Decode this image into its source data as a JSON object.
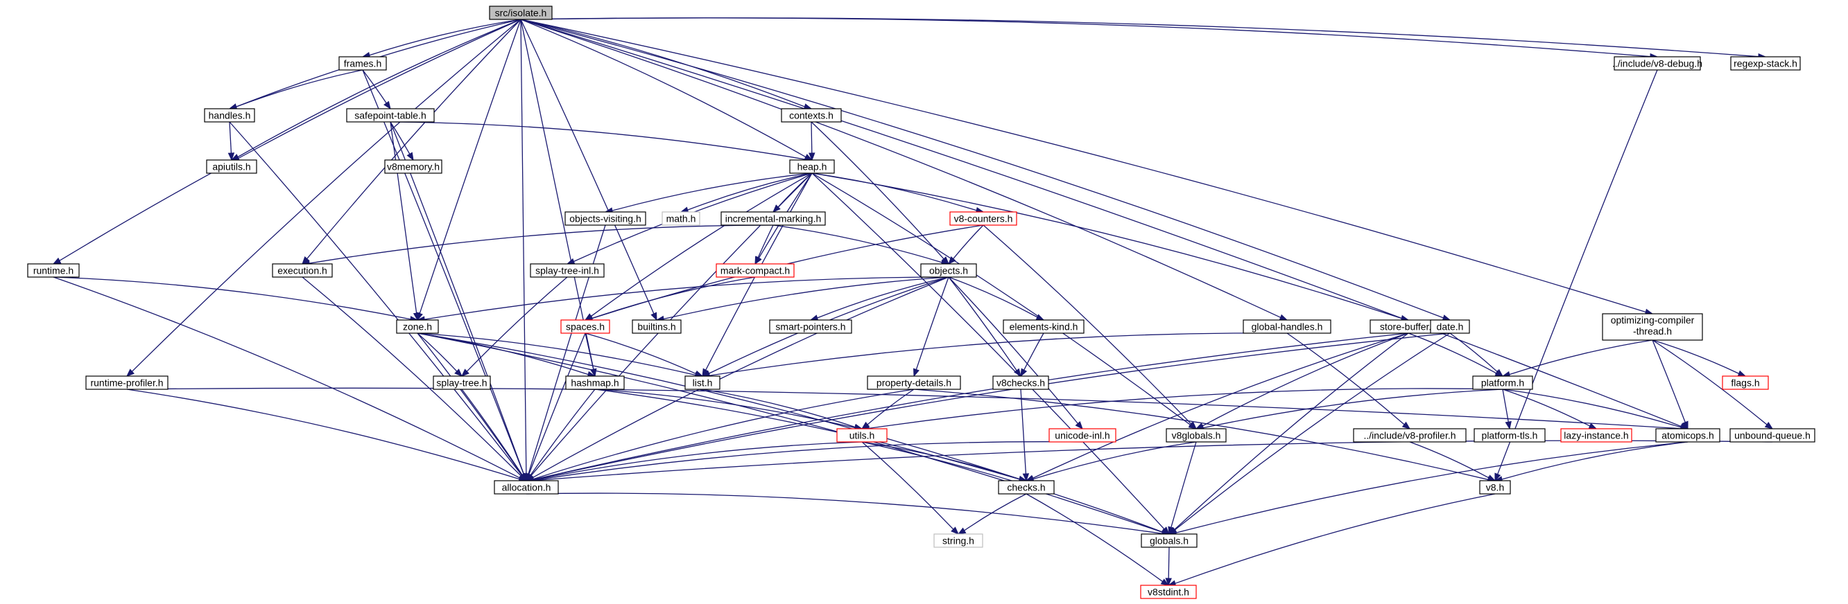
{
  "graph": {
    "colors": {
      "edge": "#191970",
      "node_border": "#000000",
      "truncated_border": "#ff0000",
      "system_border": "#bfbfbf",
      "root_fill": "#bfbfbf"
    },
    "nodes": [
      {
        "id": "isolate",
        "label": "src/isolate.h",
        "kind": "root"
      },
      {
        "id": "frames",
        "label": "frames.h"
      },
      {
        "id": "handles",
        "label": "handles.h"
      },
      {
        "id": "apiutils",
        "label": "apiutils.h"
      },
      {
        "id": "safepoint",
        "label": "safepoint-table.h"
      },
      {
        "id": "v8memory",
        "label": "v8memory.h"
      },
      {
        "id": "contexts",
        "label": "contexts.h"
      },
      {
        "id": "heap",
        "label": "heap.h"
      },
      {
        "id": "runtime",
        "label": "runtime.h"
      },
      {
        "id": "execution",
        "label": "execution.h"
      },
      {
        "id": "objectsvisiting",
        "label": "objects-visiting.h"
      },
      {
        "id": "math",
        "label": "math.h",
        "kind": "system"
      },
      {
        "id": "incmarking",
        "label": "incremental-marking.h"
      },
      {
        "id": "v8counters",
        "label": "v8-counters.h",
        "kind": "truncated"
      },
      {
        "id": "splaytreeinl",
        "label": "splay-tree-inl.h"
      },
      {
        "id": "markcompact",
        "label": "mark-compact.h",
        "kind": "truncated"
      },
      {
        "id": "objects",
        "label": "objects.h"
      },
      {
        "id": "zone",
        "label": "zone.h"
      },
      {
        "id": "spaces",
        "label": "spaces.h",
        "kind": "truncated"
      },
      {
        "id": "builtins",
        "label": "builtins.h"
      },
      {
        "id": "smartpointers",
        "label": "smart-pointers.h"
      },
      {
        "id": "elementskind",
        "label": "elements-kind.h"
      },
      {
        "id": "globalhandles",
        "label": "global-handles.h"
      },
      {
        "id": "storebuffer",
        "label": "store-buffer.h"
      },
      {
        "id": "date",
        "label": "date.h"
      },
      {
        "id": "optcompiler",
        "label": "optimizing-compiler\n-thread.h"
      },
      {
        "id": "v8debug",
        "label": "../include/v8-debug.h"
      },
      {
        "id": "regexpstack",
        "label": "regexp-stack.h"
      },
      {
        "id": "runtimeprofiler",
        "label": "runtime-profiler.h"
      },
      {
        "id": "splaytree",
        "label": "splay-tree.h"
      },
      {
        "id": "hashmap",
        "label": "hashmap.h"
      },
      {
        "id": "list",
        "label": "list.h"
      },
      {
        "id": "propdetails",
        "label": "property-details.h"
      },
      {
        "id": "v8checks",
        "label": "v8checks.h"
      },
      {
        "id": "platform",
        "label": "platform.h"
      },
      {
        "id": "flags",
        "label": "flags.h",
        "kind": "truncated"
      },
      {
        "id": "utils",
        "label": "utils.h",
        "kind": "truncated"
      },
      {
        "id": "unicodeinl",
        "label": "unicode-inl.h",
        "kind": "truncated"
      },
      {
        "id": "v8globals",
        "label": "v8globals.h"
      },
      {
        "id": "v8profiler",
        "label": "../include/v8-profiler.h"
      },
      {
        "id": "platformtls",
        "label": "platform-tls.h"
      },
      {
        "id": "lazyinstance",
        "label": "lazy-instance.h",
        "kind": "truncated"
      },
      {
        "id": "atomicops",
        "label": "atomicops.h"
      },
      {
        "id": "unboundqueue",
        "label": "unbound-queue.h"
      },
      {
        "id": "allocation",
        "label": "allocation.h"
      },
      {
        "id": "checks",
        "label": "checks.h"
      },
      {
        "id": "v8h",
        "label": "v8.h"
      },
      {
        "id": "string",
        "label": "string.h",
        "kind": "system"
      },
      {
        "id": "globals",
        "label": "globals.h"
      },
      {
        "id": "v8stdint",
        "label": "v8stdint.h",
        "kind": "truncated"
      }
    ],
    "edges": [
      [
        "isolate",
        "frames"
      ],
      [
        "isolate",
        "handles"
      ],
      [
        "isolate",
        "apiutils"
      ],
      [
        "isolate",
        "contexts"
      ],
      [
        "isolate",
        "heap"
      ],
      [
        "isolate",
        "runtime"
      ],
      [
        "isolate",
        "execution"
      ],
      [
        "isolate",
        "zone"
      ],
      [
        "isolate",
        "builtins"
      ],
      [
        "isolate",
        "hashmap"
      ],
      [
        "isolate",
        "runtimeprofiler"
      ],
      [
        "isolate",
        "allocation"
      ],
      [
        "isolate",
        "globalhandles"
      ],
      [
        "isolate",
        "date"
      ],
      [
        "isolate",
        "optcompiler"
      ],
      [
        "isolate",
        "v8debug"
      ],
      [
        "isolate",
        "regexpstack"
      ],
      [
        "isolate",
        "atomicops"
      ],
      [
        "frames",
        "handles"
      ],
      [
        "frames",
        "safepoint"
      ],
      [
        "frames",
        "allocation"
      ],
      [
        "handles",
        "apiutils"
      ],
      [
        "handles",
        "allocation"
      ],
      [
        "safepoint",
        "v8memory"
      ],
      [
        "safepoint",
        "heap"
      ],
      [
        "safepoint",
        "zone"
      ],
      [
        "safepoint",
        "allocation"
      ],
      [
        "contexts",
        "heap"
      ],
      [
        "contexts",
        "objects"
      ],
      [
        "heap",
        "objectsvisiting"
      ],
      [
        "heap",
        "math"
      ],
      [
        "heap",
        "incmarking"
      ],
      [
        "heap",
        "v8counters"
      ],
      [
        "heap",
        "splaytreeinl"
      ],
      [
        "heap",
        "markcompact"
      ],
      [
        "heap",
        "spaces"
      ],
      [
        "heap",
        "list"
      ],
      [
        "heap",
        "storebuffer"
      ],
      [
        "heap",
        "v8globals"
      ],
      [
        "heap",
        "globals"
      ],
      [
        "heap",
        "allocation"
      ],
      [
        "runtime",
        "zone"
      ],
      [
        "runtime",
        "allocation"
      ],
      [
        "execution",
        "allocation"
      ],
      [
        "objectsvisiting",
        "allocation"
      ],
      [
        "incmarking",
        "execution"
      ],
      [
        "incmarking",
        "markcompact"
      ],
      [
        "incmarking",
        "objects"
      ],
      [
        "v8counters",
        "objects"
      ],
      [
        "v8counters",
        "spaces"
      ],
      [
        "v8counters",
        "v8globals"
      ],
      [
        "splaytreeinl",
        "splaytree"
      ],
      [
        "markcompact",
        "spaces"
      ],
      [
        "objects",
        "zone"
      ],
      [
        "objects",
        "builtins"
      ],
      [
        "objects",
        "smartpointers"
      ],
      [
        "objects",
        "elementskind"
      ],
      [
        "objects",
        "list"
      ],
      [
        "objects",
        "propdetails"
      ],
      [
        "objects",
        "v8checks"
      ],
      [
        "objects",
        "unicodeinl"
      ],
      [
        "objects",
        "allocation"
      ],
      [
        "zone",
        "splaytree"
      ],
      [
        "zone",
        "hashmap"
      ],
      [
        "zone",
        "list"
      ],
      [
        "zone",
        "allocation"
      ],
      [
        "zone",
        "checks"
      ],
      [
        "zone",
        "globals"
      ],
      [
        "spaces",
        "hashmap"
      ],
      [
        "spaces",
        "list"
      ],
      [
        "spaces",
        "allocation"
      ],
      [
        "elementskind",
        "v8checks"
      ],
      [
        "globalhandles",
        "list"
      ],
      [
        "globalhandles",
        "v8profiler"
      ],
      [
        "storebuffer",
        "platform"
      ],
      [
        "storebuffer",
        "v8globals"
      ],
      [
        "storebuffer",
        "allocation"
      ],
      [
        "storebuffer",
        "checks"
      ],
      [
        "storebuffer",
        "globals"
      ],
      [
        "date",
        "platform"
      ],
      [
        "date",
        "allocation"
      ],
      [
        "date",
        "globals"
      ],
      [
        "optcompiler",
        "platform"
      ],
      [
        "optcompiler",
        "flags"
      ],
      [
        "optcompiler",
        "atomicops"
      ],
      [
        "optcompiler",
        "unboundqueue"
      ],
      [
        "v8debug",
        "v8h"
      ],
      [
        "runtimeprofiler",
        "allocation"
      ],
      [
        "runtimeprofiler",
        "atomicops"
      ],
      [
        "splaytree",
        "allocation"
      ],
      [
        "hashmap",
        "allocation"
      ],
      [
        "hashmap",
        "utils"
      ],
      [
        "hashmap",
        "checks"
      ],
      [
        "list",
        "utils"
      ],
      [
        "propdetails",
        "utils"
      ],
      [
        "propdetails",
        "allocation"
      ],
      [
        "propdetails",
        "v8h"
      ],
      [
        "v8checks",
        "checks"
      ],
      [
        "platform",
        "utils"
      ],
      [
        "platform",
        "v8globals"
      ],
      [
        "platform",
        "platformtls"
      ],
      [
        "platform",
        "lazyinstance"
      ],
      [
        "platform",
        "atomicops"
      ],
      [
        "utils",
        "allocation"
      ],
      [
        "utils",
        "checks"
      ],
      [
        "utils",
        "string"
      ],
      [
        "utils",
        "globals"
      ],
      [
        "unicodeinl",
        "allocation"
      ],
      [
        "v8globals",
        "checks"
      ],
      [
        "v8globals",
        "globals"
      ],
      [
        "v8profiler",
        "v8h"
      ],
      [
        "atomicops",
        "v8h"
      ],
      [
        "atomicops",
        "globals"
      ],
      [
        "unboundqueue",
        "allocation"
      ],
      [
        "allocation",
        "globals"
      ],
      [
        "checks",
        "string"
      ],
      [
        "checks",
        "v8stdint"
      ],
      [
        "v8h",
        "v8stdint"
      ],
      [
        "globals",
        "v8stdint"
      ]
    ]
  }
}
